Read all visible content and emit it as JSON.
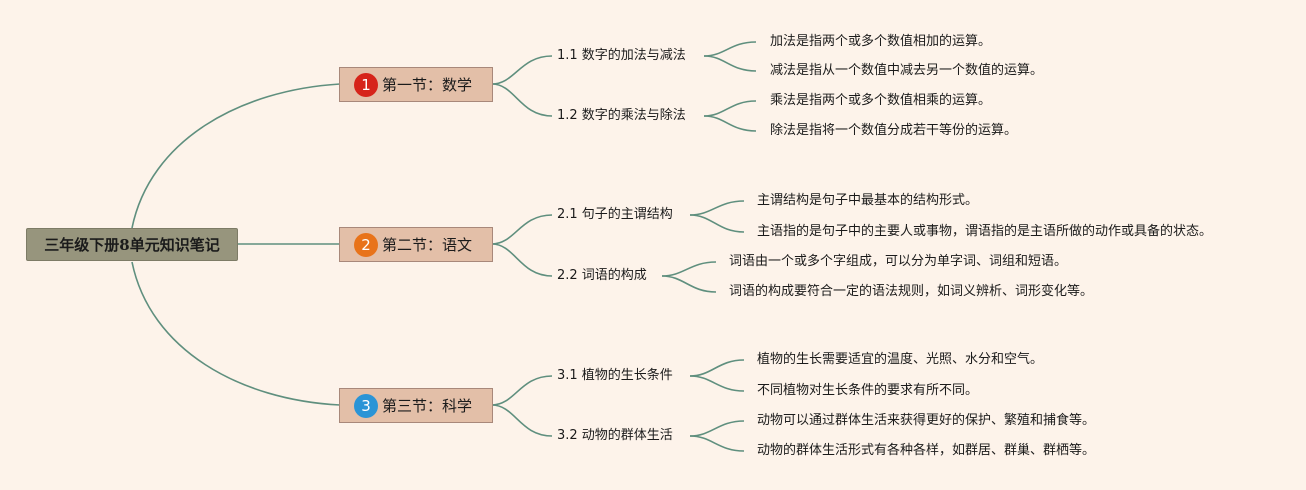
{
  "root": {
    "title": "三年级下册8单元知识笔记"
  },
  "sections": [
    {
      "number": "1",
      "title": "第一节：数学",
      "badge_color": "#d6241a",
      "subs": [
        {
          "title": "1.1 数字的加法与减法",
          "leaves": [
            "加法是指两个或多个数值相加的运算。",
            "减法是指从一个数值中减去另一个数值的运算。"
          ]
        },
        {
          "title": "1.2 数字的乘法与除法",
          "leaves": [
            "乘法是指两个或多个数值相乘的运算。",
            "除法是指将一个数值分成若干等份的运算。"
          ]
        }
      ]
    },
    {
      "number": "2",
      "title": "第二节：语文",
      "badge_color": "#e8731a",
      "subs": [
        {
          "title": "2.1 句子的主谓结构",
          "leaves": [
            "主谓结构是句子中最基本的结构形式。",
            "主语指的是句子中的主要人或事物，谓语指的是主语所做的动作或具备的状态。"
          ]
        },
        {
          "title": "2.2 词语的构成",
          "leaves": [
            "词语由一个或多个字组成，可以分为单字词、词组和短语。",
            "词语的构成要符合一定的语法规则，如词义辨析、词形变化等。"
          ]
        }
      ]
    },
    {
      "number": "3",
      "title": "第三节：科学",
      "badge_color": "#2a94d6",
      "subs": [
        {
          "title": "3.1 植物的生长条件",
          "leaves": [
            "植物的生长需要适宜的温度、光照、水分和空气。",
            "不同植物对生长条件的要求有所不同。"
          ]
        },
        {
          "title": "3.2 动物的群体生活",
          "leaves": [
            "动物可以通过群体生活来获得更好的保护、繁殖和捕食等。",
            "动物的群体生活形式有各种各样，如群居、群巢、群栖等。"
          ]
        }
      ]
    }
  ],
  "colors": {
    "connector": "#5f8f7e",
    "background": "#fdf3ea"
  }
}
